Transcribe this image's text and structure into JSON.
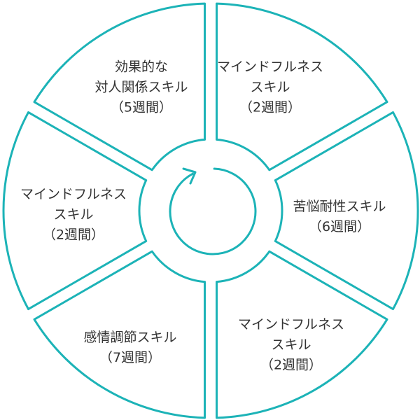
{
  "colors": {
    "accent": "#1cb3b7",
    "text": "#333333"
  },
  "center": {
    "icon": "cycle-arrow-icon"
  },
  "segments": [
    {
      "lines": [
        "マインドフルネス",
        "スキル",
        "（2週間）"
      ]
    },
    {
      "lines": [
        "苦悩耐性スキル",
        "（6週間）"
      ]
    },
    {
      "lines": [
        "マインドフルネス",
        "スキル",
        "（2週間）"
      ]
    },
    {
      "lines": [
        "感情調節スキル",
        "（7週間）"
      ]
    },
    {
      "lines": [
        "マインドフルネス",
        "スキル",
        "（2週間）"
      ]
    },
    {
      "lines": [
        "効果的な",
        "対人関係スキル",
        "（5週間）"
      ]
    }
  ]
}
